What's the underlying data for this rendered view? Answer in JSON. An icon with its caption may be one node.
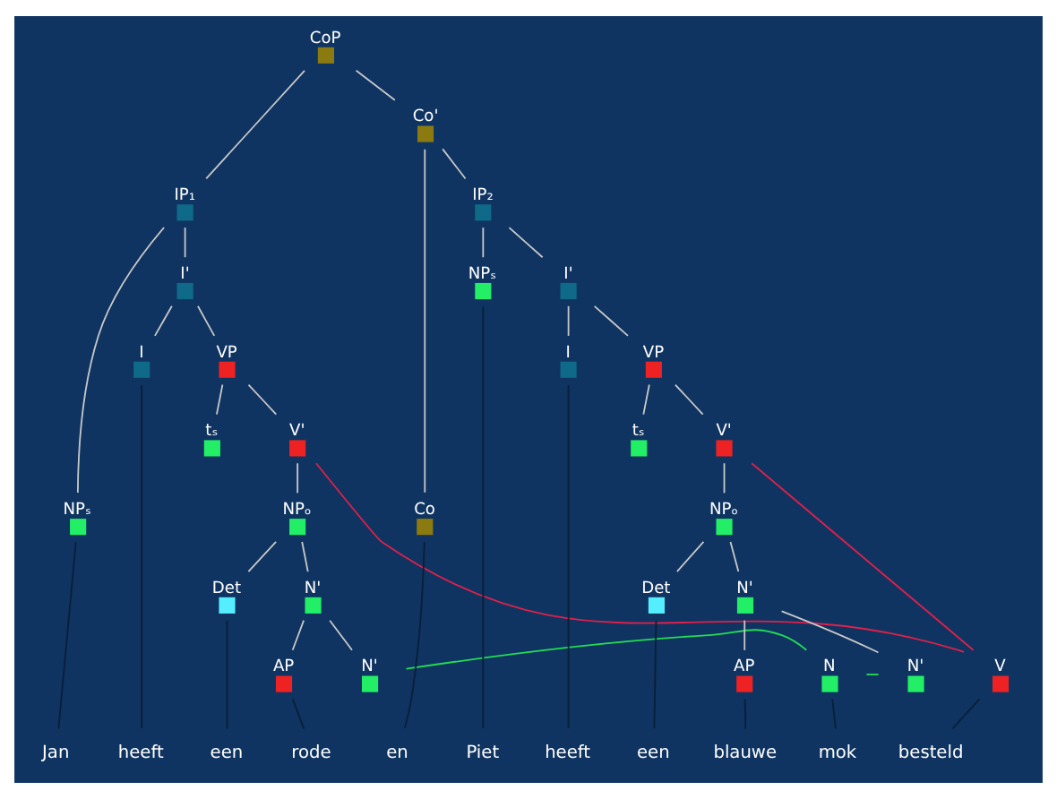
{
  "diagram": {
    "nodes": [
      {
        "text": [
          "CoP"
        ]
      },
      {
        "text": [
          "IP₁"
        ]
      },
      {
        "text": [
          "NPₛ"
        ]
      },
      {
        "text": [
          "I'"
        ]
      },
      {
        "text": [
          "I"
        ]
      },
      {
        "text": [
          "VP"
        ]
      },
      {
        "text": [
          "tₛ"
        ]
      },
      {
        "text": [
          "V'"
        ]
      },
      {
        "text": [
          "NPₒ"
        ]
      },
      {
        "text": [
          "Det"
        ]
      },
      {
        "text": [
          "N'"
        ]
      },
      {
        "text": [
          "AP"
        ]
      },
      {
        "text": [
          "N'"
        ]
      },
      {
        "text": [
          "Co"
        ]
      },
      {
        "text": [
          "Co'"
        ]
      },
      {
        "text": [
          "IP₂"
        ]
      },
      {
        "text": [
          "NPₛ"
        ]
      },
      {
        "text": [
          "I'"
        ]
      },
      {
        "text": [
          "I"
        ]
      },
      {
        "text": [
          "VP"
        ]
      },
      {
        "text": [
          "tₛ"
        ]
      },
      {
        "text": [
          "V'"
        ]
      },
      {
        "text": [
          "NPₒ"
        ]
      },
      {
        "text": [
          "Det"
        ]
      },
      {
        "text": [
          "N'"
        ]
      },
      {
        "text": [
          "AP"
        ]
      },
      {
        "text": [
          "N'"
        ]
      },
      {
        "text": [
          "N"
        ]
      },
      {
        "text": [
          "V"
        ]
      },
      {
        "text": [
          "Jan"
        ]
      },
      {
        "text": [
          "heeft"
        ]
      },
      {
        "text": [
          "een"
        ]
      },
      {
        "text": [
          "rode"
        ]
      },
      {
        "text": [
          "en"
        ]
      },
      {
        "text": [
          "Piet"
        ]
      },
      {
        "text": [
          "heeft"
        ]
      },
      {
        "text": [
          "een"
        ]
      },
      {
        "text": [
          "blauwe"
        ]
      },
      {
        "text": [
          "mok"
        ]
      },
      {
        "text": [
          "besteld"
        ]
      }
    ],
    "edges": [
      {
        "from": 0,
        "to": 1,
        "arrow": "none"
      },
      {
        "from": 0,
        "to": 14,
        "arrow": "none"
      },
      {
        "from": 1,
        "to": 2,
        "arrow": "none"
      },
      {
        "from": 1,
        "to": 3,
        "arrow": "none"
      },
      {
        "from": 3,
        "to": 4,
        "arrow": "none"
      },
      {
        "from": 3,
        "to": 5,
        "arrow": "none"
      },
      {
        "from": 5,
        "to": 6,
        "arrow": "none"
      },
      {
        "from": 5,
        "to": 7,
        "arrow": "none"
      },
      {
        "from": 7,
        "to": 8,
        "arrow": "none"
      },
      {
        "from": 8,
        "to": 9,
        "arrow": "none"
      },
      {
        "from": 8,
        "to": 10,
        "arrow": "none"
      },
      {
        "from": 10,
        "to": 11,
        "arrow": "none"
      },
      {
        "from": 10,
        "to": 12,
        "arrow": "none"
      },
      {
        "from": 14,
        "to": 13,
        "arrow": "none"
      },
      {
        "from": 14,
        "to": 15,
        "arrow": "none"
      },
      {
        "from": 15,
        "to": 16,
        "arrow": "none"
      },
      {
        "from": 15,
        "to": 17,
        "arrow": "none"
      },
      {
        "from": 17,
        "to": 18,
        "arrow": "none"
      },
      {
        "from": 17,
        "to": 19,
        "arrow": "none"
      },
      {
        "from": 19,
        "to": 20,
        "arrow": "none"
      },
      {
        "from": 19,
        "to": 21,
        "arrow": "none"
      },
      {
        "from": 21,
        "to": 22,
        "arrow": "none"
      },
      {
        "from": 22,
        "to": 23,
        "arrow": "none"
      },
      {
        "from": 22,
        "to": 24,
        "arrow": "none"
      },
      {
        "from": 24,
        "to": 25,
        "arrow": "none"
      },
      {
        "from": 24,
        "to": 26,
        "arrow": "none"
      },
      {
        "from": 26,
        "to": 27,
        "arrow": "none",
        "color": "#22dd55"
      },
      {
        "from": 7,
        "to": 28,
        "arrow": "none",
        "color": "#e0204a"
      },
      {
        "from": 21,
        "to": 28,
        "arrow": "none",
        "color": "#e0204a"
      },
      {
        "from": 12,
        "to": 27,
        "arrow": "none",
        "color": "#22dd55"
      },
      {
        "from": 2,
        "to": 29,
        "arrow": "none",
        "color": "#0a1e38"
      },
      {
        "from": 4,
        "to": 30,
        "arrow": "none",
        "color": "#0a1e38"
      },
      {
        "from": 9,
        "to": 31,
        "arrow": "none",
        "color": "#0a1e38"
      },
      {
        "from": 11,
        "to": 32,
        "arrow": "none",
        "color": "#0a1e38"
      },
      {
        "from": 13,
        "to": 33,
        "arrow": "none",
        "color": "#0a1e38"
      },
      {
        "from": 16,
        "to": 34,
        "arrow": "none",
        "color": "#0a1e38"
      },
      {
        "from": 18,
        "to": 35,
        "arrow": "none",
        "color": "#0a1e38"
      },
      {
        "from": 23,
        "to": 36,
        "arrow": "none",
        "color": "#0a1e38"
      },
      {
        "from": 25,
        "to": 37,
        "arrow": "none",
        "color": "#0a1e38"
      },
      {
        "from": 27,
        "to": 38,
        "arrow": "none",
        "color": "#0a1e38"
      },
      {
        "from": 28,
        "to": 39,
        "arrow": "none",
        "color": "#0a1e38"
      }
    ]
  }
}
